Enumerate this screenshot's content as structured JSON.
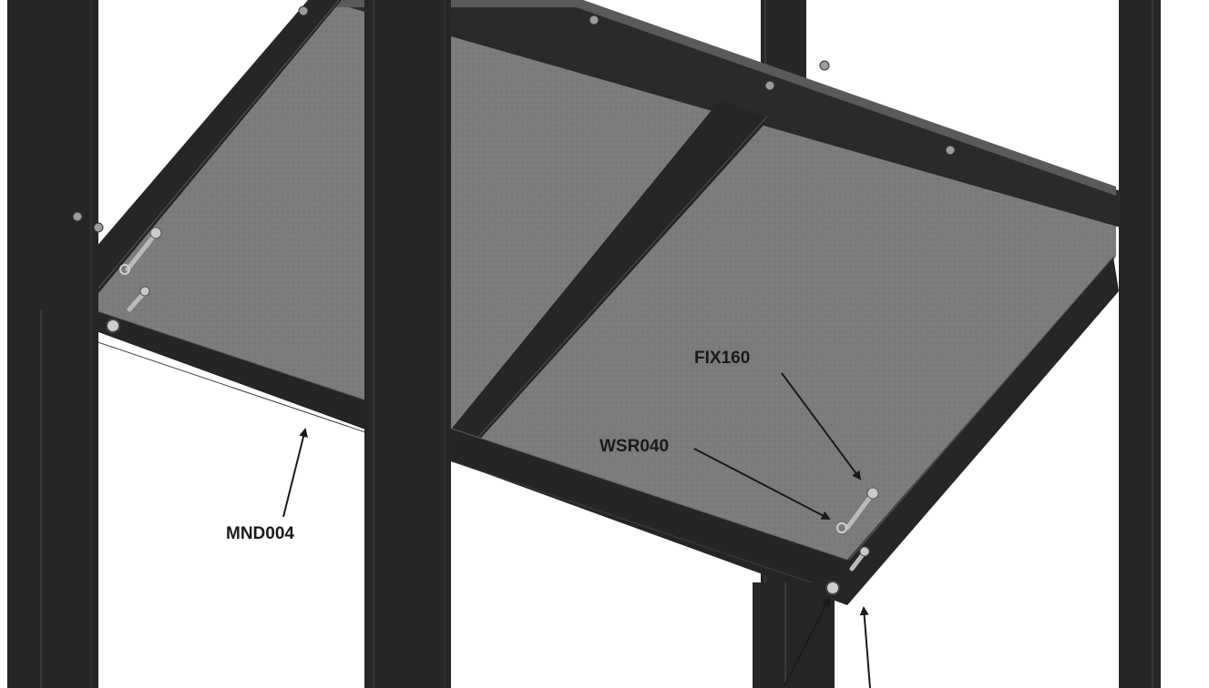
{
  "colors": {
    "frame": "#262626",
    "frame_edge": "#5a5a5a",
    "panel": "#7d7d7d",
    "panel_dark": "#6e6e6e",
    "bolt": "#b8bcb8",
    "arrow": "#1a1a1a"
  },
  "callouts": {
    "fix160": "FIX160",
    "wsr040": "WSR040",
    "mnd004": "MND004"
  }
}
